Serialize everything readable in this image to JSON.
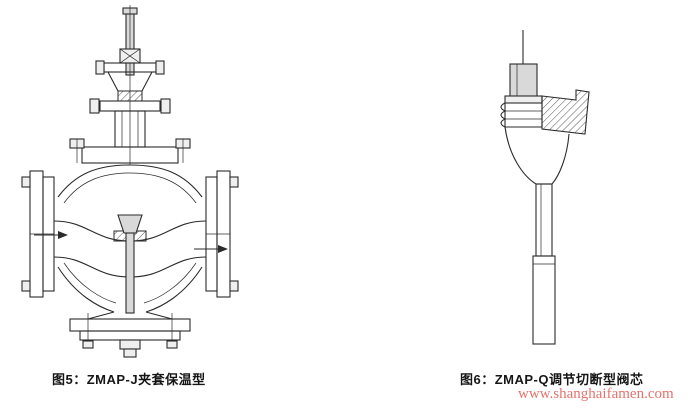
{
  "page": {
    "background": "#ffffff",
    "line_color": "#2b2b2b"
  },
  "figures": {
    "fig5": {
      "caption": "图5：ZMAP-J夹套保温型",
      "subject": "jacketed-insulated-control-valve-cross-section",
      "flow_arrows": [
        "right",
        "right"
      ]
    },
    "fig6": {
      "caption": "图6：ZMAP-Q调节切断型阀芯",
      "subject": "regulating-shutoff-valve-plug"
    }
  },
  "watermark": {
    "text": "www.shanghaifamen.com",
    "color": "#e4736e"
  }
}
